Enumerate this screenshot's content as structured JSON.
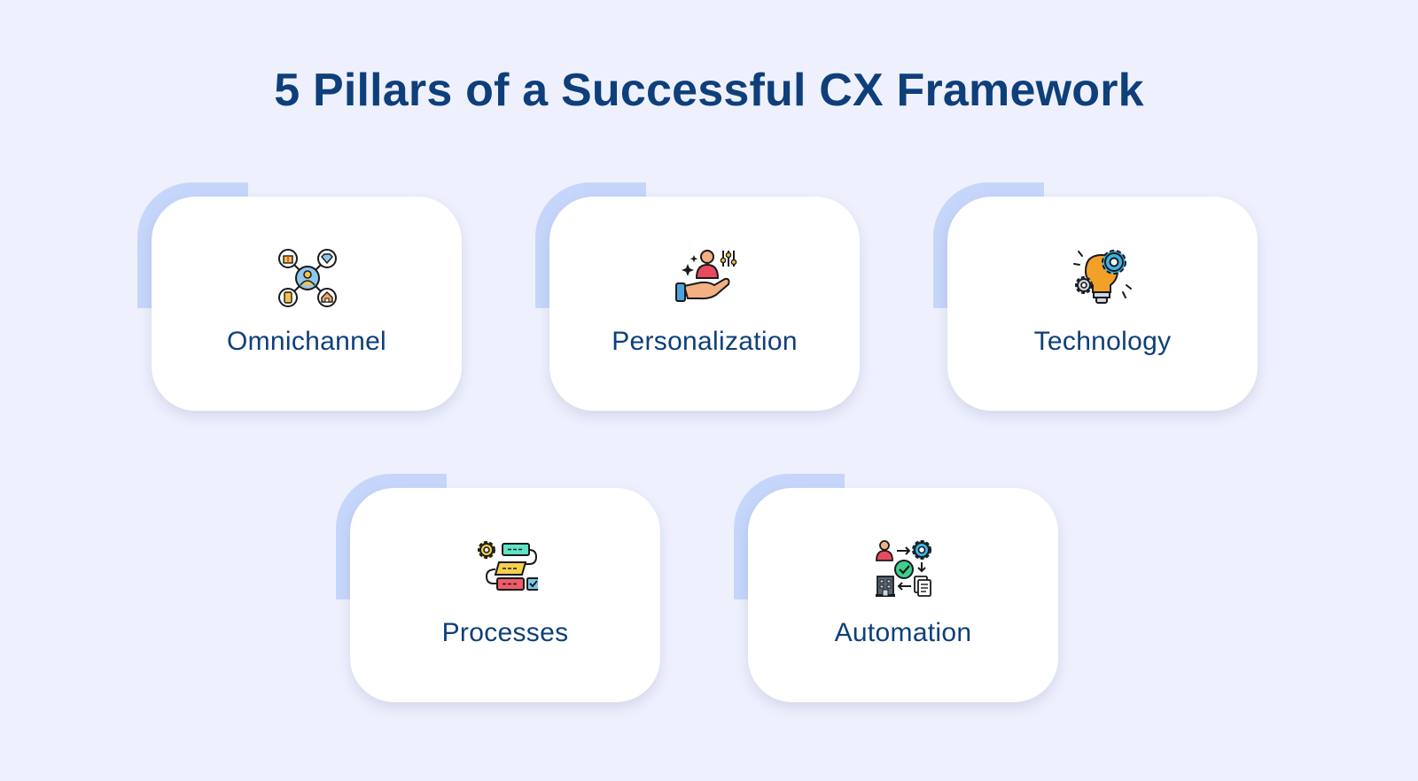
{
  "title": "5 Pillars of a Successful CX Framework",
  "pillars": [
    {
      "label": "Omnichannel",
      "icon": "omnichannel-network-icon"
    },
    {
      "label": "Personalization",
      "icon": "hand-user-settings-icon"
    },
    {
      "label": "Technology",
      "icon": "lightbulb-gears-icon"
    },
    {
      "label": "Processes",
      "icon": "workflow-flowchart-icon"
    },
    {
      "label": "Automation",
      "icon": "automation-cycle-icon"
    }
  ],
  "colors": {
    "background": "#eef0fd",
    "title": "#0e3f7a",
    "accent": "#c6d6fb",
    "card": "#ffffff"
  }
}
